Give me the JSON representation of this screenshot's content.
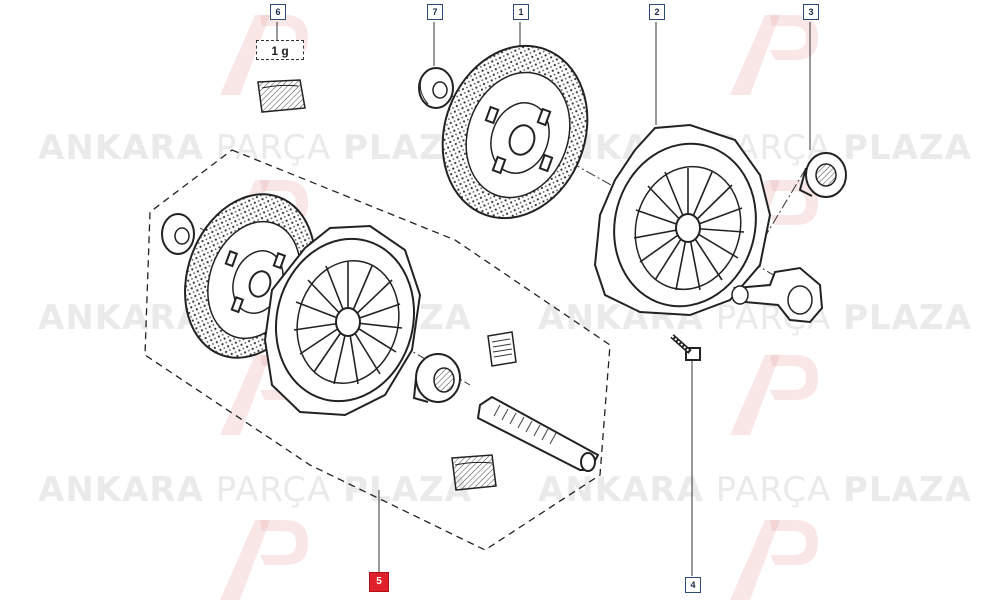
{
  "watermark": {
    "brand_bold_1": "ANKARA",
    "brand_light": "PARÇA",
    "brand_bold_2": "PLAZA"
  },
  "callouts": {
    "c1": "1",
    "c2": "2",
    "c3": "3",
    "c4": "4",
    "c5": "5",
    "c6": "6",
    "c7": "7"
  },
  "grease_label": "1 g",
  "colors": {
    "line": "#222222",
    "callout_border": "#2c4a7a",
    "callout_highlight": "#e0202a",
    "watermark": "#a0a0a0",
    "logo_tint": "#e8a0a0"
  }
}
